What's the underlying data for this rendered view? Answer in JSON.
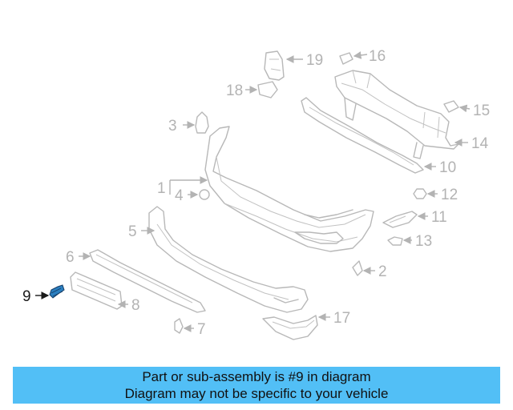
{
  "diagram": {
    "highlighted_part": "9",
    "callouts": [
      "1",
      "2",
      "3",
      "4",
      "5",
      "6",
      "7",
      "8",
      "9",
      "10",
      "11",
      "12",
      "13",
      "14",
      "15",
      "16",
      "17",
      "18",
      "19"
    ],
    "colors": {
      "line_art": "#b8b8b8",
      "highlight_part": "#2a7fc0",
      "highlight_label": "#1a1a1a"
    }
  },
  "banner": {
    "line1": "Part or sub-assembly is #9 in diagram",
    "line2": "Diagram may not be specific to your vehicle",
    "background": "#52bff6"
  }
}
